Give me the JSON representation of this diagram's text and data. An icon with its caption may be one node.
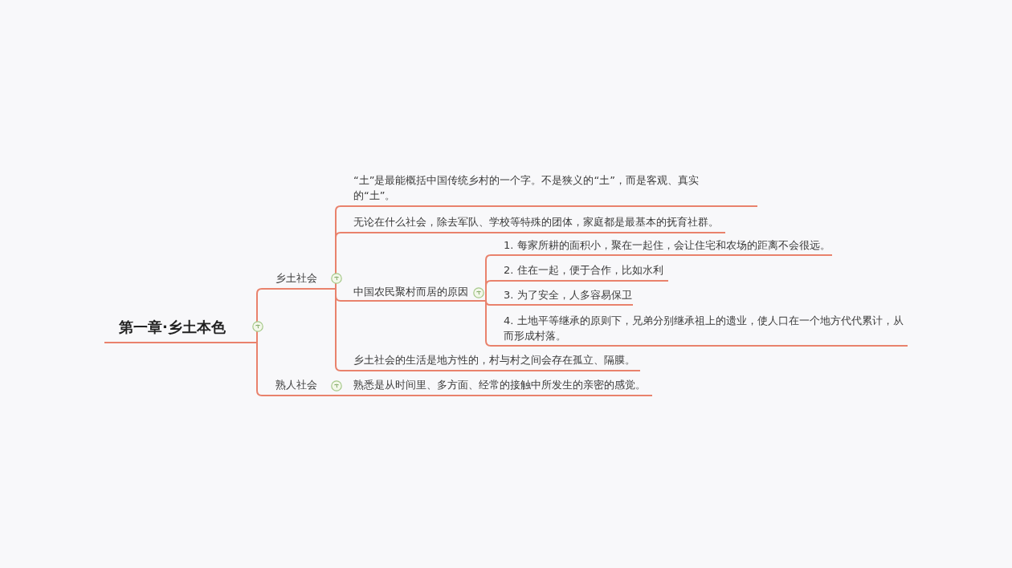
{
  "diagram": {
    "nodes": [
      {
        "text": [
          "第一章·乡土本色"
        ]
      },
      {
        "text": [
          "乡土社会"
        ]
      },
      {
        "text": [
          "“土”是最能概括中国传统乡村的一个字。不是狭义的“土”，而是客观、真实的“土”。"
        ]
      },
      {
        "text": [
          "无论在什么社会，除去军队、学校等特殊的团体，家庭都是最基本的抚育社群。"
        ]
      },
      {
        "text": [
          "中国农民聚村而居的原因"
        ]
      },
      {
        "text": [
          "1. 每家所耕的面积小，聚在一起住，会让住宅和农场的距离不会很远。"
        ]
      },
      {
        "text": [
          "2. 住在一起，便于合作，比如水利"
        ]
      },
      {
        "text": [
          "3. 为了安全，人多容易保卫"
        ]
      },
      {
        "text": [
          "4. 土地平等继承的原则下，兄弟分别继承祖上的遗业，使人口在一个地方代代累计，从而形成村落。"
        ]
      },
      {
        "text": [
          "乡土社会的生活是地方性的，村与村之间会存在孤立、隔膜。"
        ]
      },
      {
        "text": [
          "熟人社会"
        ]
      },
      {
        "text": [
          "熟悉是从时间里、多方面、经常的接触中所发生的亲密的感觉。"
        ]
      }
    ],
    "edges": [
      {
        "from": 0,
        "to": 1,
        "arrow": "none"
      },
      {
        "from": 0,
        "to": 10,
        "arrow": "none"
      },
      {
        "from": 1,
        "to": 2,
        "arrow": "none"
      },
      {
        "from": 1,
        "to": 3,
        "arrow": "none"
      },
      {
        "from": 1,
        "to": 4,
        "arrow": "none"
      },
      {
        "from": 1,
        "to": 9,
        "arrow": "none"
      },
      {
        "from": 4,
        "to": 5,
        "arrow": "none"
      },
      {
        "from": 4,
        "to": 6,
        "arrow": "none"
      },
      {
        "from": 4,
        "to": 7,
        "arrow": "none"
      },
      {
        "from": 4,
        "to": 8,
        "arrow": "none"
      },
      {
        "from": 10,
        "to": 11,
        "arrow": "none"
      }
    ]
  }
}
